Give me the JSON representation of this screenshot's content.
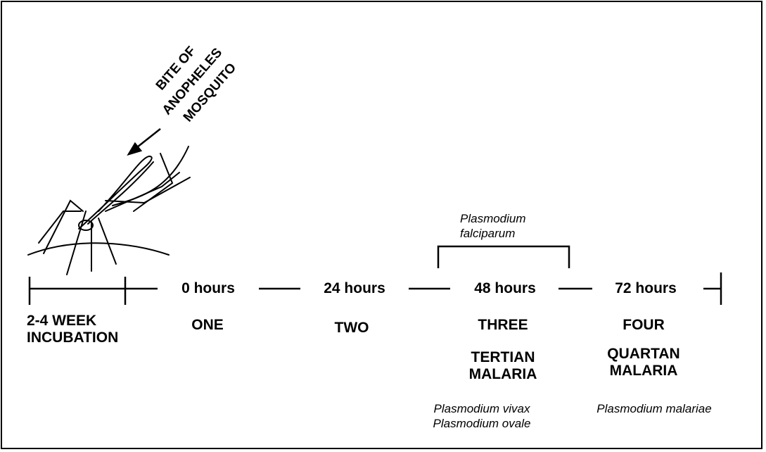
{
  "mosquito_caption": [
    "BITE OF",
    "ANOPHELES",
    "MOSQUITO"
  ],
  "timeline": {
    "incubation": [
      "2-4 WEEK",
      "INCUBATION"
    ],
    "hours": [
      "0 hours",
      "24 hours",
      "48 hours",
      "72 hours"
    ],
    "days": [
      "ONE",
      "TWO",
      "THREE",
      "FOUR"
    ]
  },
  "falciparum_bracket": [
    "Plasmodium",
    "falciparum"
  ],
  "tertian": {
    "title": [
      "TERTIAN",
      "MALARIA"
    ],
    "species": [
      "Plasmodium vivax",
      "Plasmodium ovale"
    ]
  },
  "quartan": {
    "title": [
      "QUARTAN",
      "MALARIA"
    ],
    "species": [
      "Plasmodium malariae"
    ]
  }
}
